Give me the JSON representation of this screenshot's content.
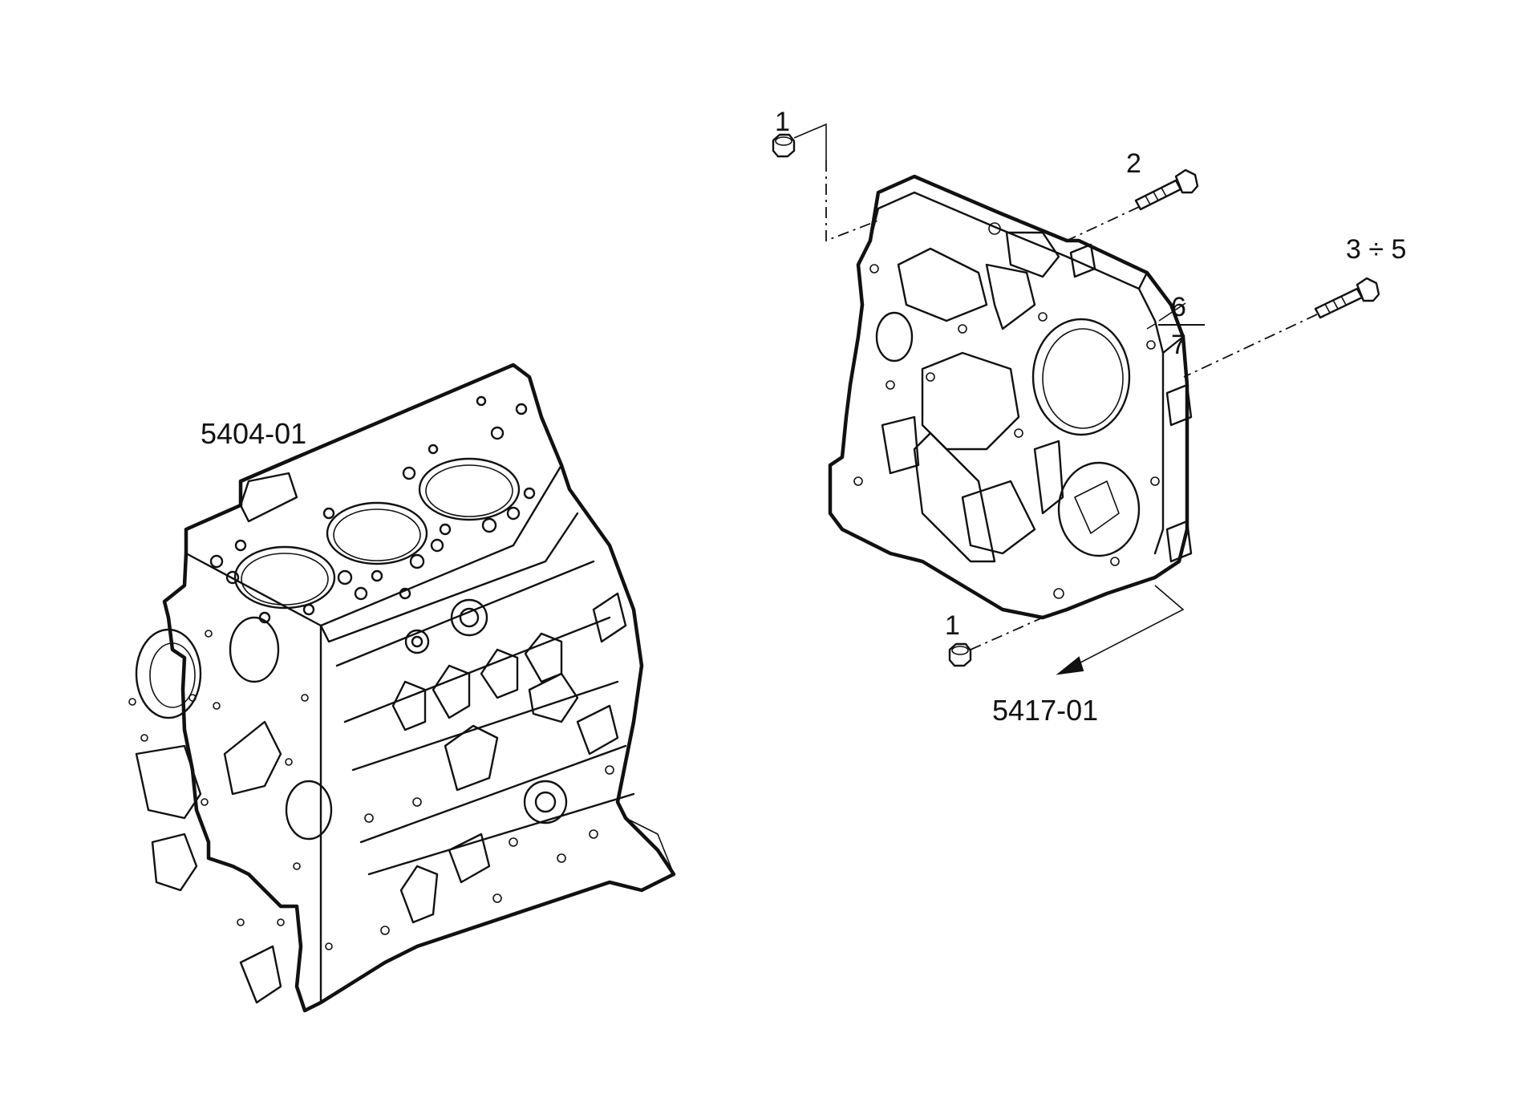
{
  "labels": {
    "block_ref": "5404-01",
    "cover_ref": "5417-01",
    "callout_nut_top": "1",
    "callout_nut_bottom": "1",
    "callout_bolt_2": "2",
    "callout_bolt_3_5": "3 ÷ 5",
    "callout_6": "6",
    "callout_7": "7"
  }
}
